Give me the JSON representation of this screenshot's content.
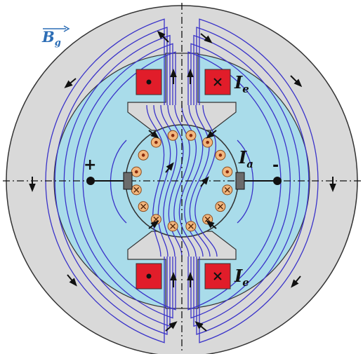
{
  "diagram": {
    "labels": {
      "airgap_field": {
        "main": "B",
        "sub": "g"
      },
      "excitation_current_top": {
        "main": "I",
        "sub": "e"
      },
      "excitation_current_bottom": {
        "main": "I",
        "sub": "e"
      },
      "armature_current": {
        "main": "I",
        "sub": "a"
      },
      "brush_positive": "+",
      "brush_negative": "-"
    },
    "colors": {
      "stator": "#d9d9d9",
      "air_region": "#a9dcea",
      "field_lines": "#3a33c9",
      "field_coil": "#e11d2a",
      "conductor": "#f2b77e",
      "brush": "#6b6b6b",
      "label_field_vector": "#2c6db5"
    },
    "coil_symbols": {
      "top_left": "dot",
      "top_right": "cross",
      "bottom_left": "dot",
      "bottom_right": "cross"
    },
    "rotor_conductors": {
      "upper_half": "dot",
      "lower_half": "cross",
      "count": 16
    }
  }
}
